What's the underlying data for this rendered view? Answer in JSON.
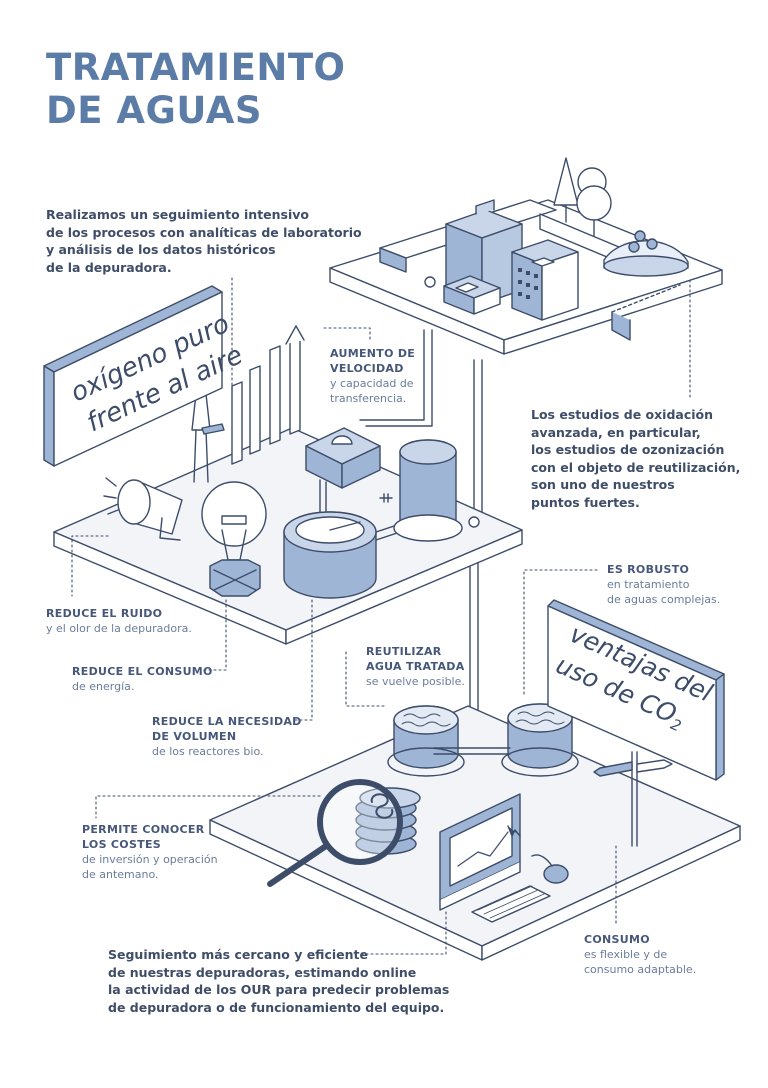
{
  "title": {
    "line1": "TRATAMIENTO",
    "line2": "DE AGUAS"
  },
  "intro": [
    "Realizamos un seguimiento intensivo",
    "de los procesos con analíticas de laboratorio",
    "y análisis de los datos históricos",
    "de la depuradora."
  ],
  "sign_oxygen": {
    "line1": "oxígeno puro",
    "line2": "frente al aire"
  },
  "sign_co2": {
    "line1": "ventajas del",
    "line2": "uso de CO",
    "sub": "2"
  },
  "callouts": {
    "velocidad": {
      "title1": "AUMENTO DE",
      "title2": "VELOCIDAD",
      "desc1": "y capacidad de",
      "desc2": "transferencia."
    },
    "oxidacion": [
      "Los estudios de oxidación",
      "avanzada, en particular,",
      "los estudios de ozonización",
      "con el objeto de reutilización,",
      "son uno de nuestros",
      "puntos fuertes."
    ],
    "ruido": {
      "title": "REDUCE EL RUIDO",
      "desc": "y el olor de la depuradora."
    },
    "consumo_energia": {
      "title": "REDUCE EL CONSUMO",
      "desc": "de energía."
    },
    "volumen": {
      "title1": "REDUCE LA NECESIDAD",
      "title2": "DE VOLUMEN",
      "desc": "de los reactores bio."
    },
    "robusto": {
      "title": "ES ROBUSTO",
      "desc1": "en tratamiento",
      "desc2": "de aguas complejas."
    },
    "reutilizar": {
      "title1": "REUTILIZAR",
      "title2": "AGUA TRATADA",
      "desc": "se vuelve posible."
    },
    "costes": {
      "title1": "PERMITE CONOCER",
      "title2": "LOS COSTES",
      "desc1": "de inversión y operación",
      "desc2": "de antemano."
    },
    "consumo": {
      "title": "CONSUMO",
      "desc1": "es flexible y de",
      "desc2": "consumo adaptable."
    },
    "seguimiento": [
      "Seguimiento más cercano y eficiente",
      "de nuestras depuradoras, estimando online",
      "la actividad de los OUR para predecir problemas",
      "de depuradora o de funcionamiento del equipo."
    ]
  },
  "colors": {
    "accent": "#5c7ca8",
    "fill": "#9fb5d6",
    "line": "#3d4d69",
    "platform": "#eef1f6"
  }
}
